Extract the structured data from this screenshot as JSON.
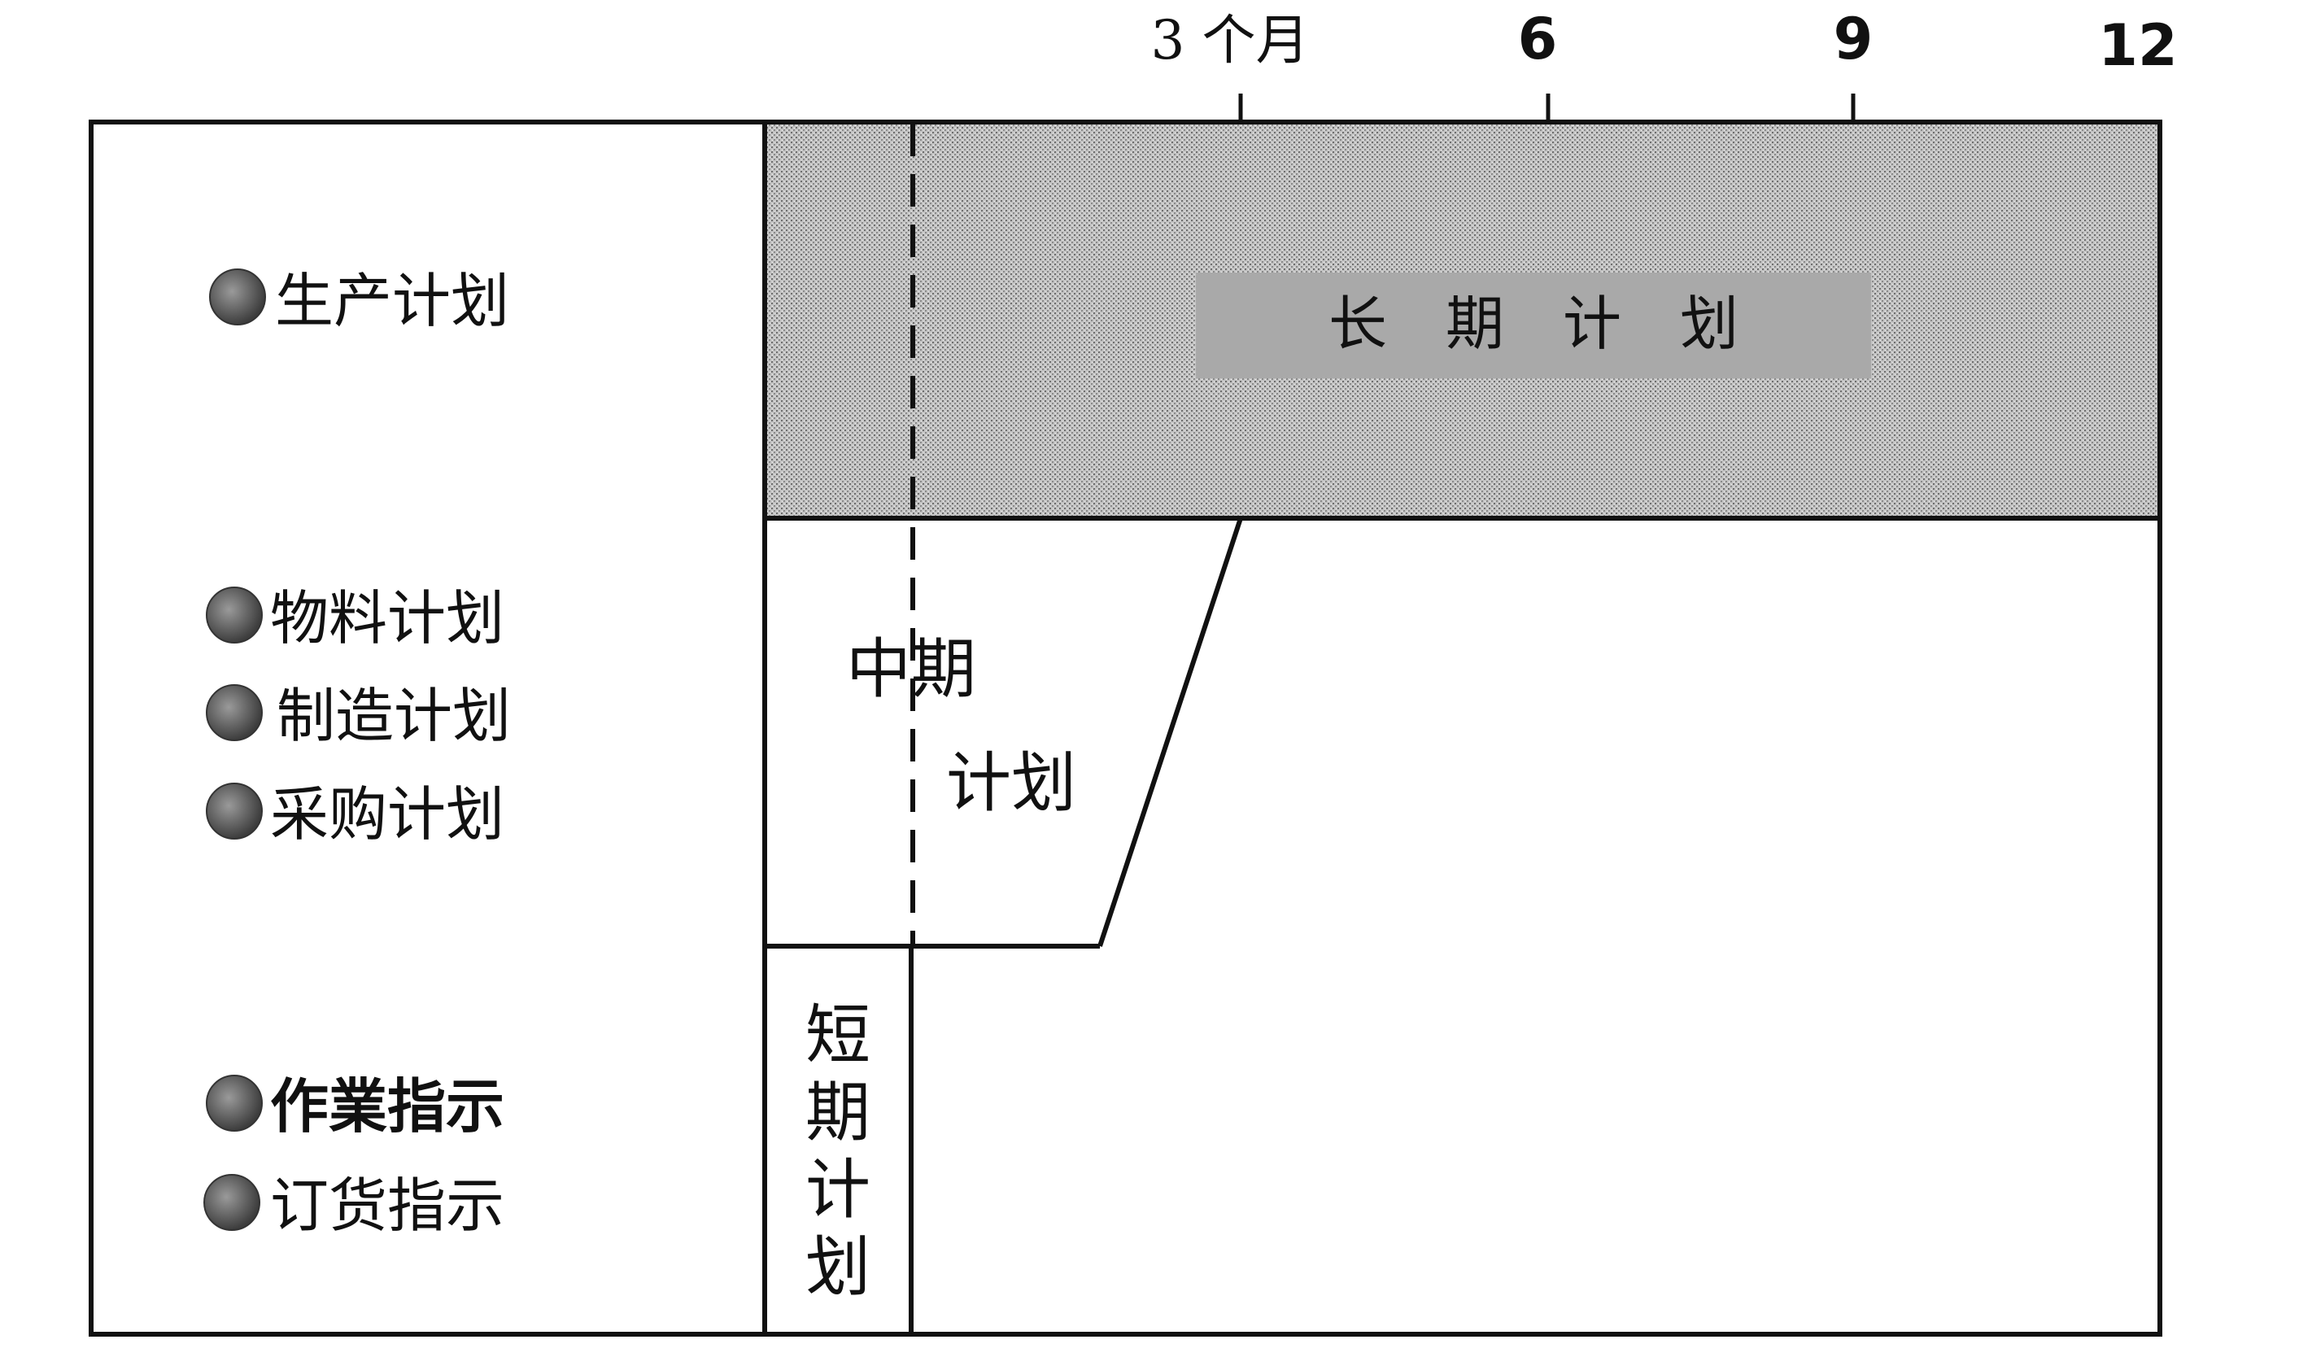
{
  "axis": {
    "ticks": [
      {
        "label": "3 个月",
        "month": 3
      },
      {
        "label": "6",
        "month": 6
      },
      {
        "label": "9",
        "month": 9
      },
      {
        "label": "12",
        "month": 12
      }
    ]
  },
  "categories": {
    "production": {
      "items": [
        "生产计划"
      ]
    },
    "materials": {
      "items": [
        "物料计划",
        "制造计划",
        "采购计划"
      ]
    },
    "instructions": {
      "items": [
        "作業指示",
        "订货指示"
      ]
    }
  },
  "regions": {
    "long_term": {
      "label": "长　期　计　划"
    },
    "mid_term": {
      "line1": "中期",
      "line2": "计划"
    },
    "short_term": {
      "chars": [
        "短",
        "期",
        "计",
        "划"
      ]
    }
  },
  "colors": {
    "long_term_fill": "#b3b3b3",
    "long_term_label_bg": "#a8a8a8",
    "bullet": "#666666",
    "line": "#111111"
  }
}
